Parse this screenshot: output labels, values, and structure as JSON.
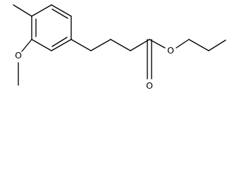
{
  "structure": {
    "atoms": {
      "methoxy_oxygen": "O",
      "ester_ether_oxygen": "O",
      "carbonyl_oxygen": "O"
    },
    "colors": {
      "bond": "#000000",
      "text": "#000000",
      "background": "#ffffff"
    }
  }
}
